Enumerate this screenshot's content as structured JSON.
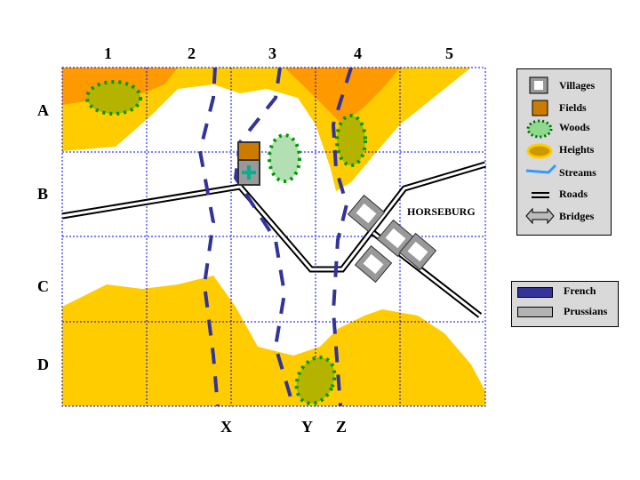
{
  "columns": [
    "1",
    "2",
    "3",
    "4",
    "5"
  ],
  "rows": [
    "A",
    "B",
    "C",
    "D"
  ],
  "approach_lines": [
    "X",
    "Y",
    "Z"
  ],
  "town_label": "HORSEBURG",
  "legend": {
    "items": [
      {
        "icon": "village-icon",
        "label": "Villages"
      },
      {
        "icon": "field-icon",
        "label": "Fields"
      },
      {
        "icon": "woods-icon",
        "label": "Woods"
      },
      {
        "icon": "heights-icon",
        "label": "Heights"
      },
      {
        "icon": "stream-icon",
        "label": "Streams"
      },
      {
        "icon": "road-icon",
        "label": "Roads"
      },
      {
        "icon": "bridge-icon",
        "label": "Bridges"
      }
    ]
  },
  "forces": [
    {
      "label": "French",
      "color": "#333399"
    },
    {
      "label": "Prussians",
      "color": "#b3b3b3"
    }
  ],
  "colors": {
    "heights": "#ffcc00",
    "peak": "#ff9900",
    "french": "#333399",
    "grid": "#0000ff"
  }
}
